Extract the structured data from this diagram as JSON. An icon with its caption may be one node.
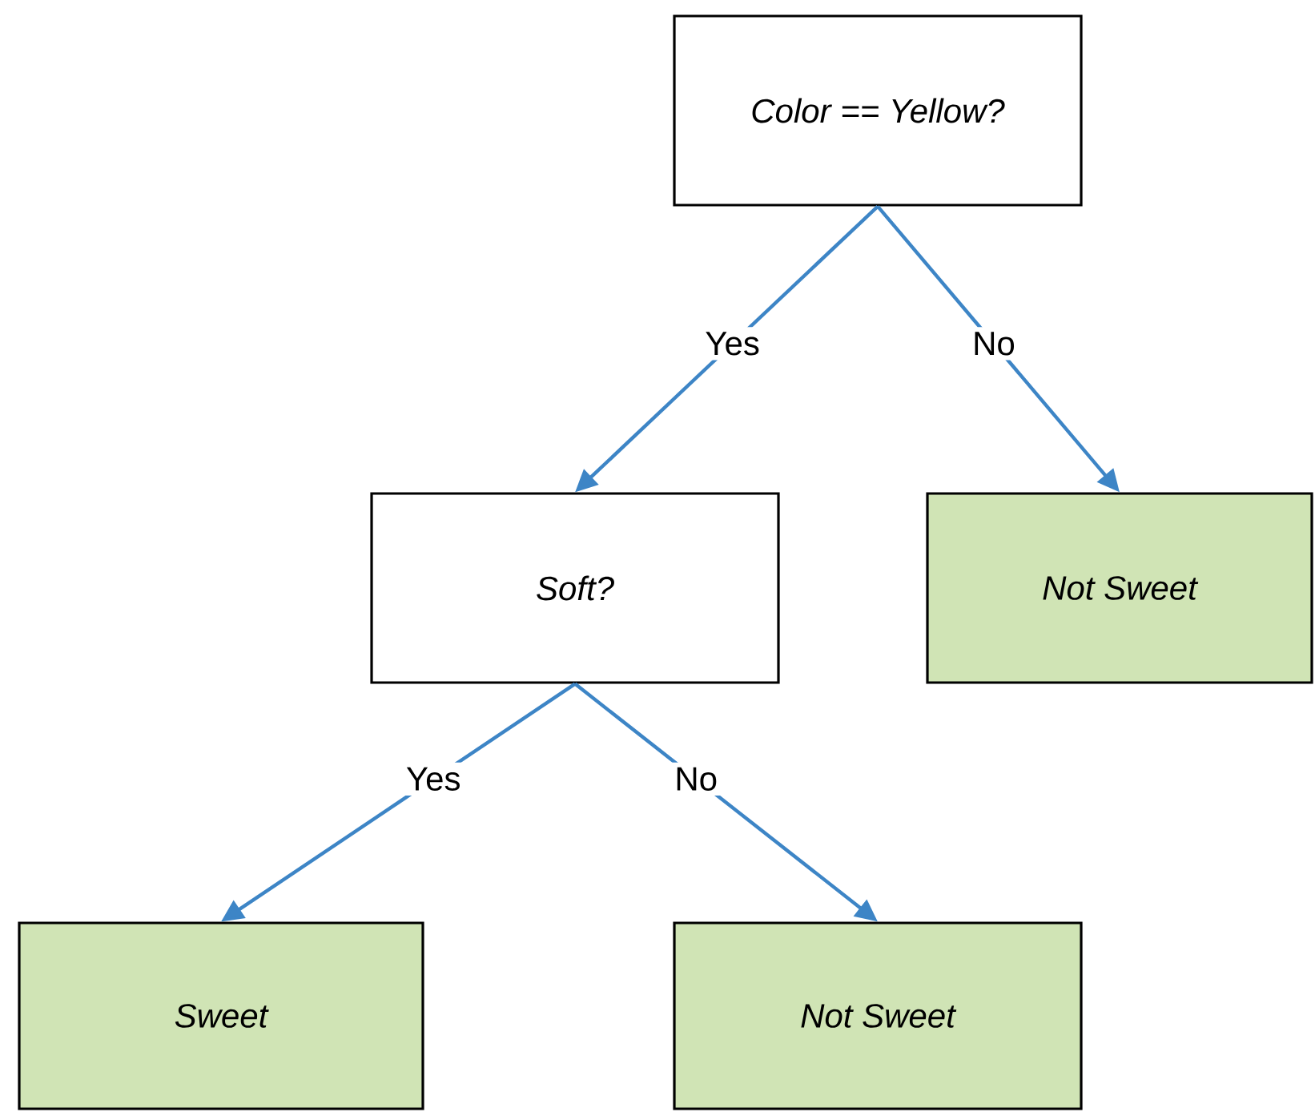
{
  "diagram": {
    "nodes": [
      {
        "text": [
          "Color == Yellow?"
        ]
      },
      {
        "text": [
          "Soft?"
        ]
      },
      {
        "text": [
          "Not Sweet"
        ]
      },
      {
        "text": [
          "Sweet"
        ]
      },
      {
        "text": [
          "Not Sweet"
        ]
      }
    ],
    "edges": [
      {
        "from": 0,
        "to": 1,
        "arrow": "to",
        "label": "Yes"
      },
      {
        "from": 0,
        "to": 2,
        "arrow": "to",
        "label": "No"
      },
      {
        "from": 1,
        "to": 3,
        "arrow": "to",
        "label": "Yes"
      },
      {
        "from": 1,
        "to": 4,
        "arrow": "to",
        "label": "No"
      }
    ]
  }
}
